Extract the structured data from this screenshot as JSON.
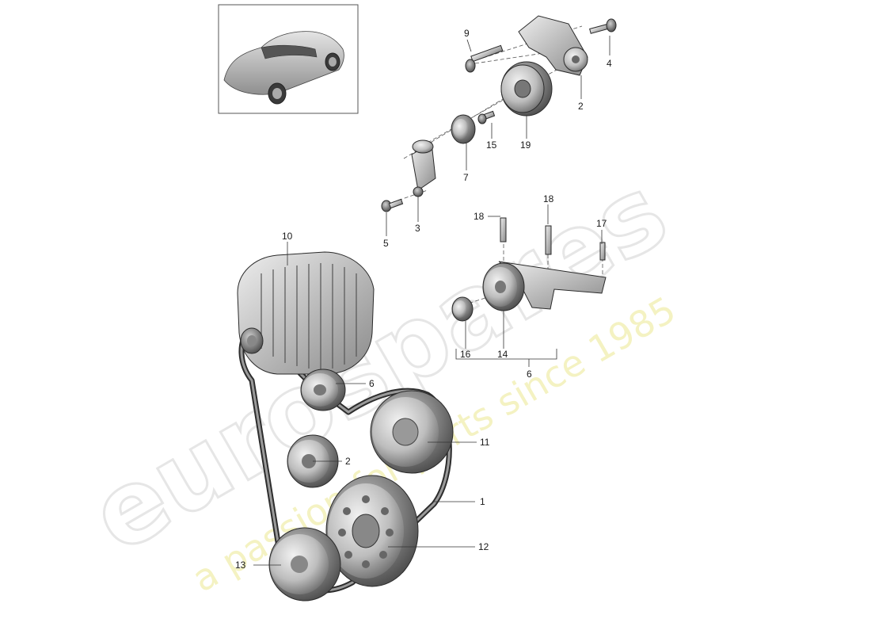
{
  "watermark": {
    "brand": "eurospares",
    "tagline": "a passion for parts since 1985"
  },
  "callouts": {
    "c1": "1",
    "c2a": "2",
    "c2b": "2",
    "c3": "3",
    "c4": "4",
    "c5": "5",
    "c6a": "6",
    "c6b": "6",
    "c7": "7",
    "c9": "9",
    "c10": "10",
    "c11": "11",
    "c12": "12",
    "c13": "13",
    "c14": "14",
    "c15": "15",
    "c16": "16",
    "c17": "17",
    "c18a": "18",
    "c18b": "18",
    "c19": "19"
  },
  "colors": {
    "part_light": "#d9d9d9",
    "part_dark": "#7a7a7a",
    "watermark_grey": "#e6e6e6",
    "watermark_yellow": "#f4f2c2"
  }
}
